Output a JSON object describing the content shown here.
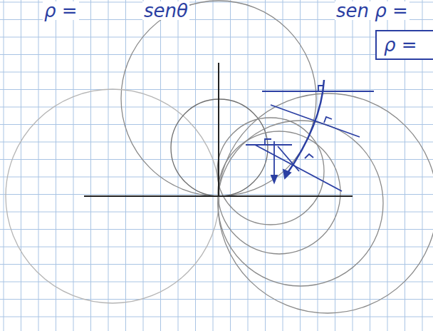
{
  "diagram": {
    "nodes": [
      {
        "text": [
          "ρ ="
        ]
      }
    ],
    "labels": [
      "ρ =",
      "senθ",
      "sen ρ ="
    ]
  }
}
